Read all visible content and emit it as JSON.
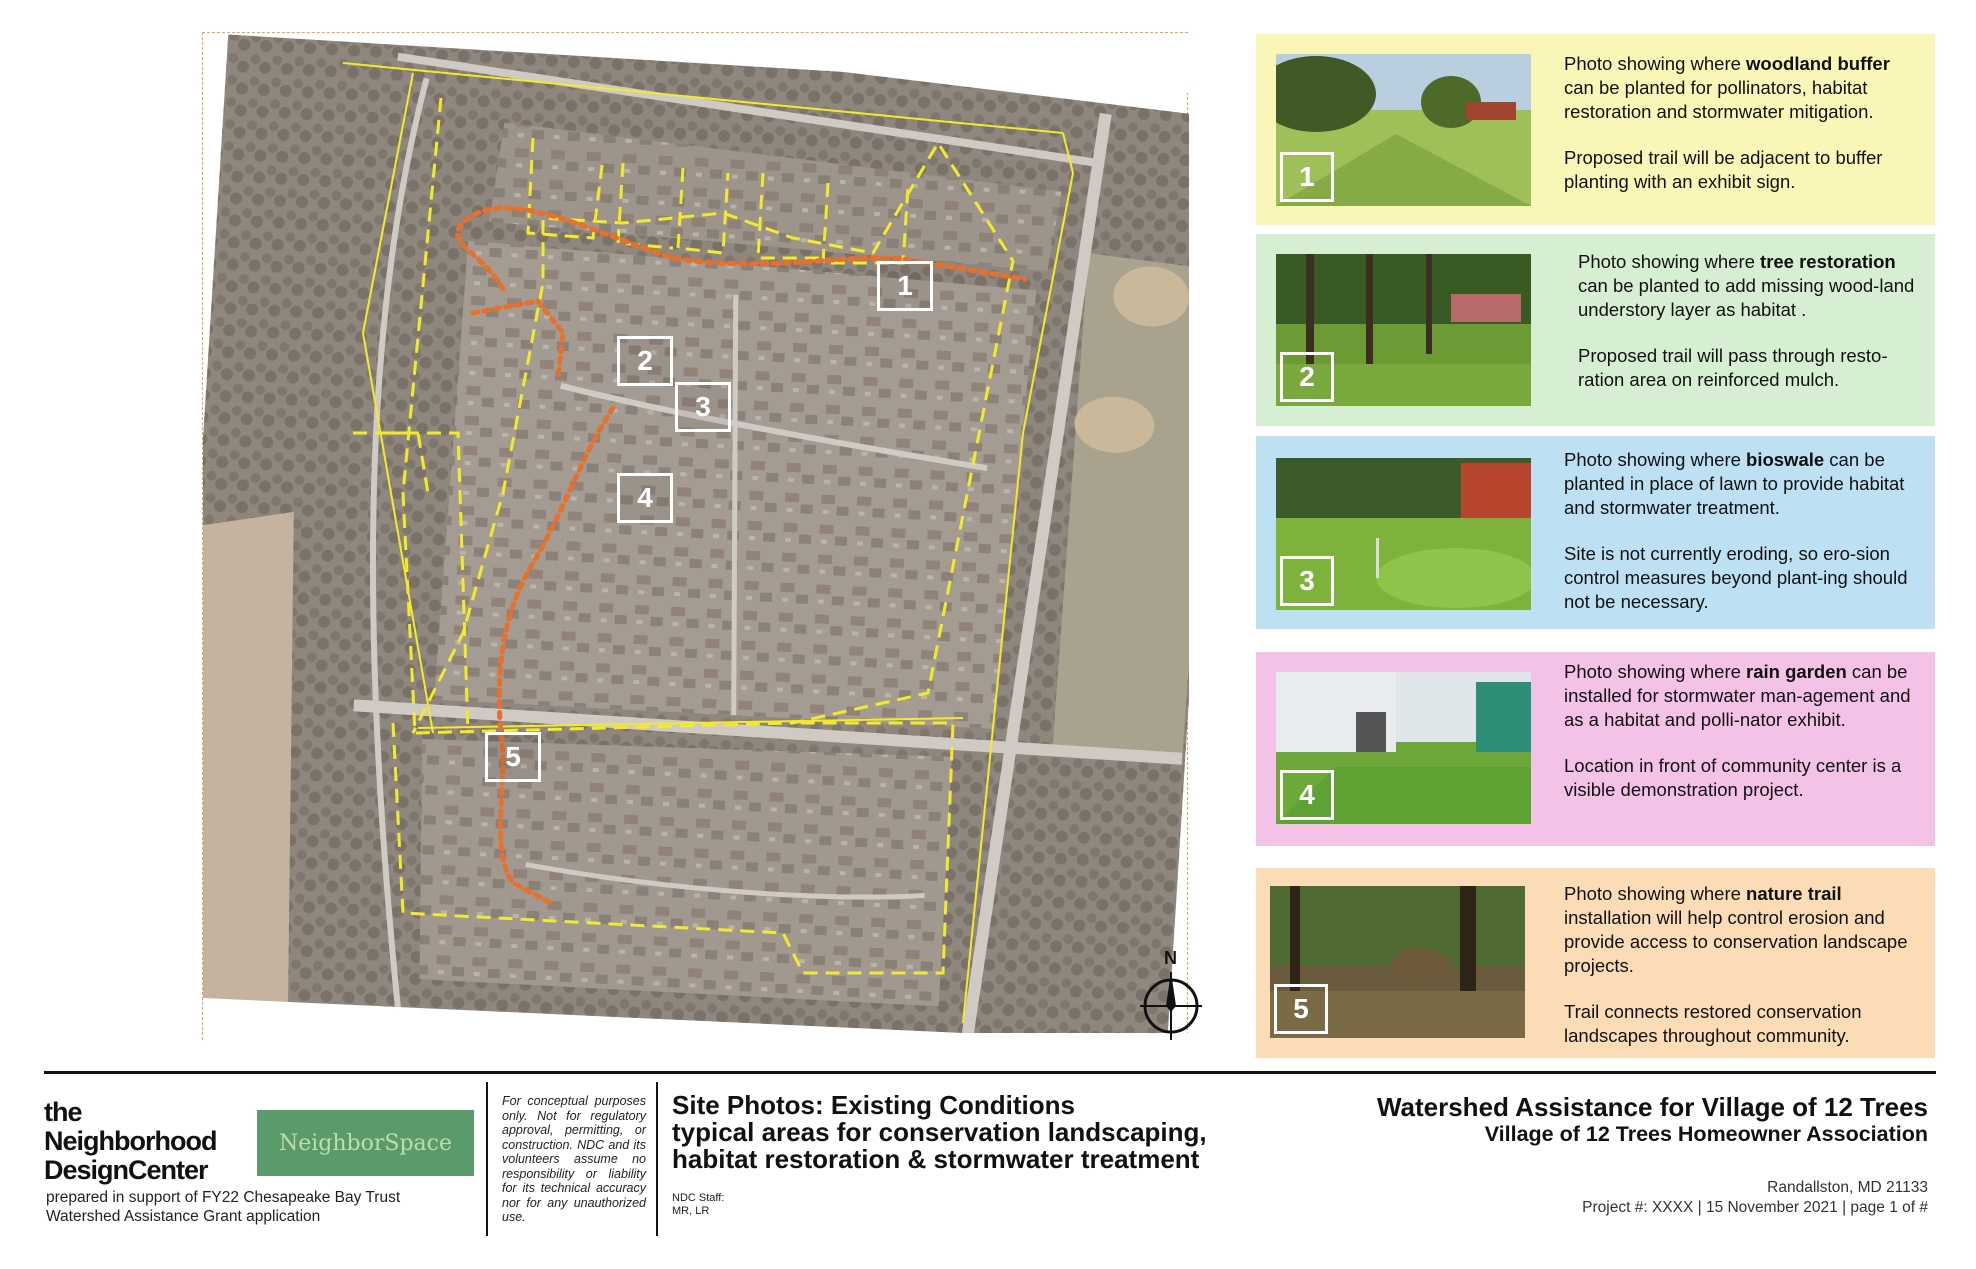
{
  "map": {
    "markers": [
      "1",
      "2",
      "3",
      "4",
      "5"
    ],
    "north_label": "N",
    "colors": {
      "boundary": "#f3ea2a",
      "trail": "#e8702a",
      "frame": "#e6a35a"
    }
  },
  "panels": [
    {
      "num": "1",
      "bg": "#faf6b8",
      "lead_pre": "Photo showing where ",
      "lead_bold": "woodland buffer",
      "lead_post": " can be planted for pollinators,  habitat restoration and stormwater mitigation.",
      "second": "Proposed trail will be adjacent to buffer planting with an exhibit sign."
    },
    {
      "num": "2",
      "bg": "#d6efd2",
      "lead_pre": "Photo showing where ",
      "lead_bold": "tree restoration",
      "lead_post": " can be planted to add missing wood-land understory layer as habitat .",
      "second": "Proposed trail will pass through resto-ration area on reinforced mulch."
    },
    {
      "num": "3",
      "bg": "#bde0f2",
      "lead_pre": "Photo showing where ",
      "lead_bold": "bioswale",
      "lead_post": " can be planted in place of lawn to provide habitat and stormwater treatment.",
      "second": "Site is not currently eroding, so ero-sion control measures beyond plant-ing should not be necessary."
    },
    {
      "num": "4",
      "bg": "#f3c2e6",
      "lead_pre": "Photo showing where ",
      "lead_bold": "rain garden",
      "lead_post": " can be installed for stormwater man-agement and as a habitat and polli-nator exhibit.",
      "second": "Location in front of community center is a visible demonstration project."
    },
    {
      "num": "5",
      "bg": "#fbdcb6",
      "lead_pre": "Photo showing where ",
      "lead_bold": "nature trail",
      "lead_post": " installation will help control erosion and provide access to conservation landscape projects.",
      "second": "Trail connects restored conservation landscapes throughout community."
    }
  ],
  "footer": {
    "ndc_line1": "the",
    "ndc_line2": "Neighborhood",
    "ndc_line3": "DesignCenter",
    "partner_logo": "NeighborSpace",
    "prepared_line1": "prepared in support of FY22 Chesapeake Bay Trust",
    "prepared_line2": "Watershed Assistance Grant application",
    "disclaimer": "For conceptual purposes only. Not for regulatory approval, permitting, or construction. NDC and its volunteers assume no responsibility or liability for its technical accuracy nor for any unauthorized use.",
    "title_line1": "Site Photos: Existing Conditions",
    "title_line2": "typical areas for conservation landscaping,",
    "title_line3": "habitat restoration & stormwater treatment",
    "staff_label": "NDC Staff:",
    "staff_names": "MR, LR",
    "project_title": "Watershed Assistance for Village of 12 Trees",
    "project_sub": "Village of 12 Trees Homeowner Association",
    "location": "Randallston, MD 21133",
    "project_info": "Project #: XXXX | 15 November 2021 | page 1 of #"
  }
}
